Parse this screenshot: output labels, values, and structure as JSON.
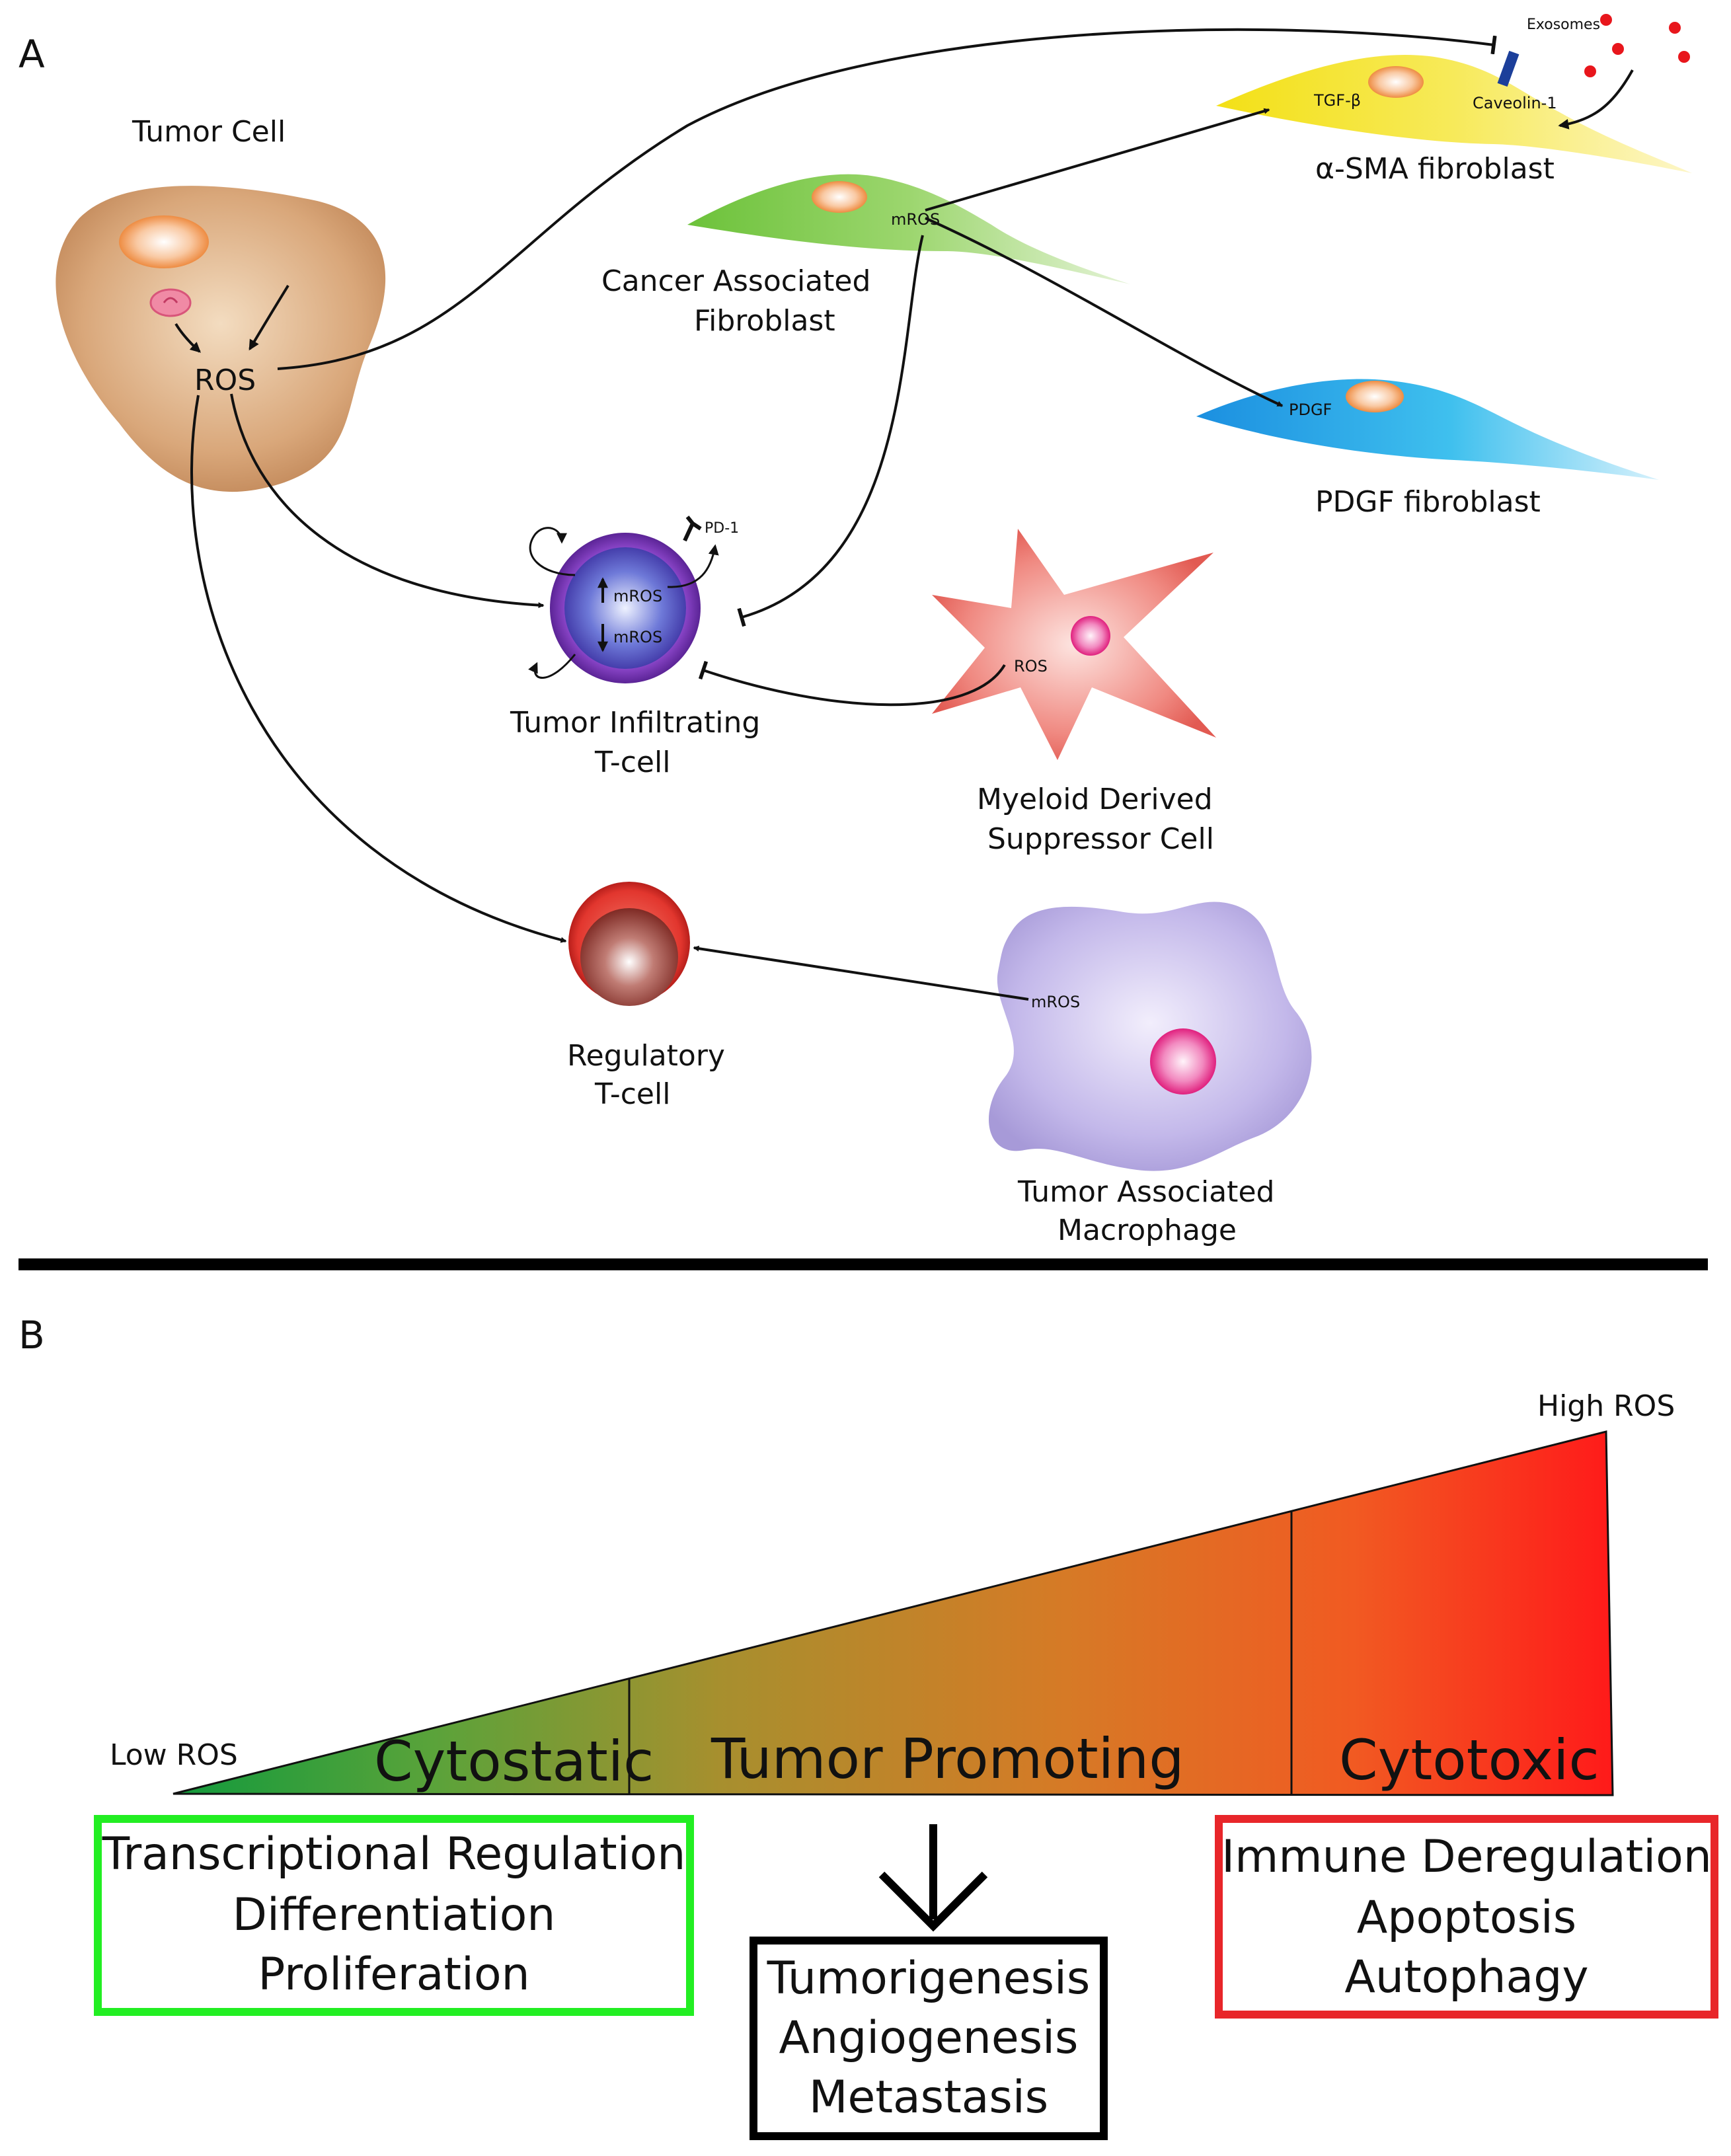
{
  "panel_a": {
    "label": "A",
    "tumor_cell": {
      "name": "Tumor Cell",
      "ros": "ROS"
    },
    "caf": {
      "name_line1": "Cancer Associated",
      "name_line2": "Fibroblast",
      "mros": "mROS"
    },
    "sma_fibroblast": {
      "name": "α-SMA fibroblast",
      "tgf": "TGF-β",
      "caveolin": "Caveolin-1",
      "exosomes": "Exosomes"
    },
    "pdgf_fibroblast": {
      "name": "PDGF fibroblast",
      "pdgf": "PDGF"
    },
    "tcell": {
      "name_line1": "Tumor Infiltrating",
      "name_line2": "T-cell",
      "mros_up": "mROS",
      "mros_down": "mROS",
      "pd1": "PD-1"
    },
    "mdsc": {
      "name_line1": "Myeloid Derived",
      "name_line2": "Suppressor Cell",
      "ros": "ROS"
    },
    "treg": {
      "name_line1": "Regulatory",
      "name_line2": "T-cell"
    },
    "tam": {
      "name_line1": "Tumor Associated",
      "name_line2": "Macrophage",
      "mros": "mROS"
    }
  },
  "panel_b": {
    "label": "B",
    "low_ros": "Low ROS",
    "high_ros": "High ROS",
    "zones": {
      "cytostatic": "Cytostatic",
      "tumor_promoting": "Tumor Promoting",
      "cytotoxic": "Cytotoxic"
    },
    "green_box": {
      "line1": "Transcriptional Regulation",
      "line2": "Differentiation",
      "line3": "Proliferation",
      "color": "#22ee22"
    },
    "black_box": {
      "line1": "Tumorigenesis",
      "line2": "Angiogenesis",
      "line3": "Metastasis",
      "color": "#000000"
    },
    "red_box": {
      "line1": "Immune Deregulation",
      "line2": "Apoptosis",
      "line3": "Autophagy",
      "color": "#e8262a"
    }
  }
}
